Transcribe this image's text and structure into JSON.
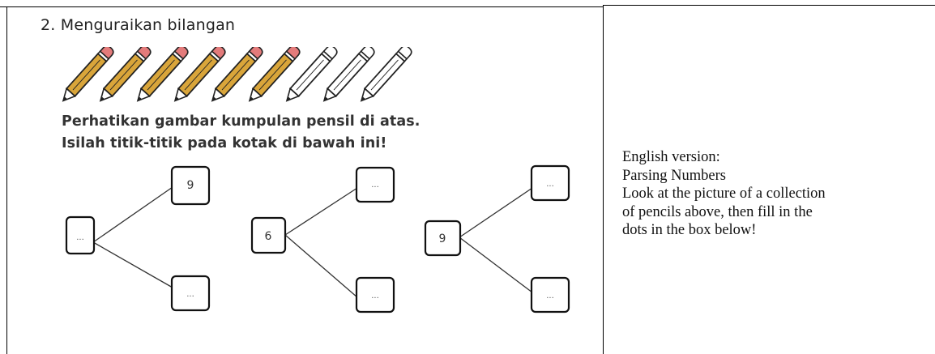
{
  "exercise": {
    "title": "2. Menguraikan bilangan",
    "instruction_line1": "Perhatikan gambar kumpulan pensil di atas.",
    "instruction_line2": "Isilah titik-titik pada kotak di bawah ini!",
    "pencils": {
      "colored": 6,
      "uncolored": 3,
      "total": 9
    },
    "colors": {
      "pencil_body": "#d9a53a",
      "pencil_eraser": "#e37b7b",
      "pencil_outline": "#222222"
    },
    "trees": [
      {
        "root": "...",
        "top": "9",
        "bottom": "..."
      },
      {
        "root": "6",
        "top": "...",
        "bottom": "..."
      },
      {
        "root": "9",
        "top": "...",
        "bottom": "..."
      }
    ]
  },
  "english": {
    "lines": [
      "English version:",
      "Parsing Numbers",
      "Look at the picture of a collection",
      "of pencils above, then fill in the",
      "dots in the box below!"
    ]
  }
}
